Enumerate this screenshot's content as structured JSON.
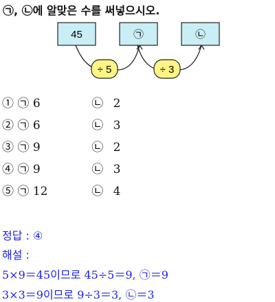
{
  "question": "㉠, ㉡에 알맞은 수를 써넣으시오.",
  "diagram": {
    "boxes": [
      "45",
      "㉠",
      "㉡"
    ],
    "operations": [
      "÷ 5",
      "÷ 3"
    ],
    "box_fill": "#c9eef5",
    "op_fill": "#fff585"
  },
  "choices": [
    {
      "num": "①",
      "m1": "㉠",
      "v1": "6",
      "m2": "㉡",
      "v2": "2"
    },
    {
      "num": "②",
      "m1": "㉠",
      "v1": "6",
      "m2": "㉡",
      "v2": "3"
    },
    {
      "num": "③",
      "m1": "㉠",
      "v1": "9",
      "m2": "㉡",
      "v2": "2"
    },
    {
      "num": "④",
      "m1": "㉠",
      "v1": "9",
      "m2": "㉡",
      "v2": "3"
    },
    {
      "num": "⑤",
      "m1": "㉠",
      "v1": "12",
      "m2": "㉡",
      "v2": "4"
    }
  ],
  "answer": {
    "label": "정답 : ",
    "value": "④",
    "explanation_label": "해설 :",
    "line1_math": "5×9＝45",
    "line1_kor": "이므로 ",
    "line1_rest": "45÷5＝9,  ㉠＝9",
    "line2_math": "3×3＝9",
    "line2_kor": "이므로 ",
    "line2_rest": "9÷3＝3,  ㉡＝3",
    "color": "#1a22ee"
  }
}
